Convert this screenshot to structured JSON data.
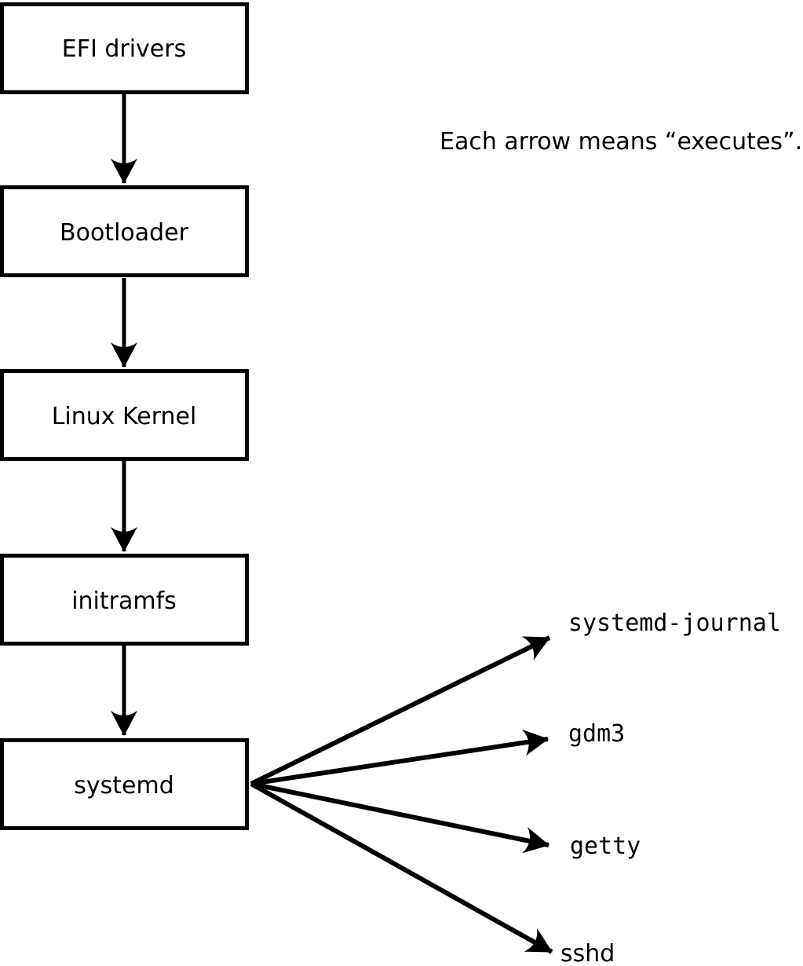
{
  "diagram": {
    "caption": "Each arrow means “executes”.",
    "boot_chain": [
      {
        "label": "EFI drivers"
      },
      {
        "label": "Bootloader"
      },
      {
        "label": "Linux Kernel"
      },
      {
        "label": "initramfs"
      },
      {
        "label": "systemd"
      }
    ],
    "systemd_children": [
      {
        "label": "systemd-journal"
      },
      {
        "label": "gdm3"
      },
      {
        "label": "getty"
      },
      {
        "label": "sshd"
      }
    ],
    "colors": {
      "stroke": "#000000",
      "fill": "#ffffff",
      "text": "#000000",
      "background": "#ffffff"
    }
  }
}
